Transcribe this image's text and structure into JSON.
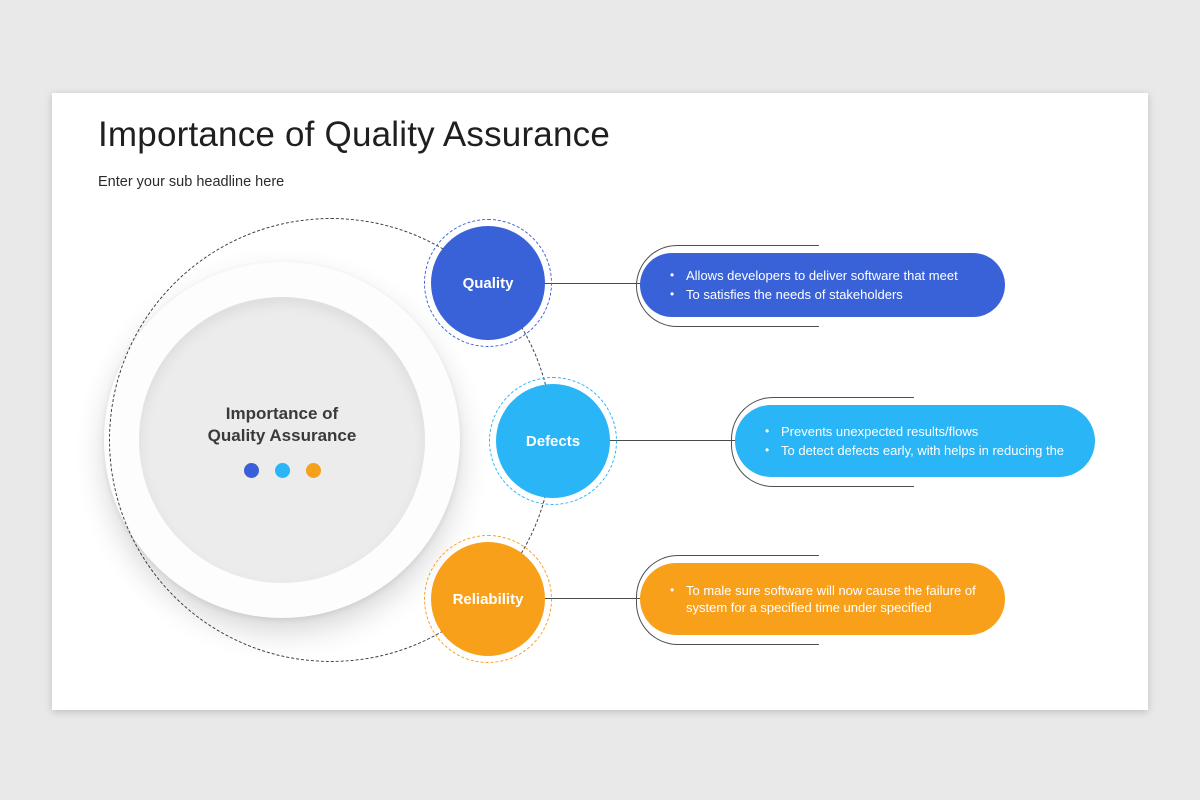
{
  "slide": {
    "title": "Importance of Quality Assurance",
    "subtitle": "Enter your sub headline here"
  },
  "center": {
    "label_line1": "Importance of",
    "label_line2": "Quality Assurance",
    "dot_colors": [
      "#3a5fd9",
      "#29b5f6",
      "#f5a11c"
    ]
  },
  "items": [
    {
      "label": "Quality",
      "color": "#3a62d8",
      "bullets": [
        "Allows developers to deliver software that meet",
        "To satisfies the needs of stakeholders"
      ]
    },
    {
      "label": "Defects",
      "color": "#29b5f6",
      "bullets": [
        "Prevents unexpected results/flows",
        "To detect defects early, with helps in reducing the"
      ]
    },
    {
      "label": "Reliability",
      "color": "#f9a01b",
      "bullets": [
        "To male sure software will now cause the failure of system for a specified time under specified"
      ]
    }
  ]
}
